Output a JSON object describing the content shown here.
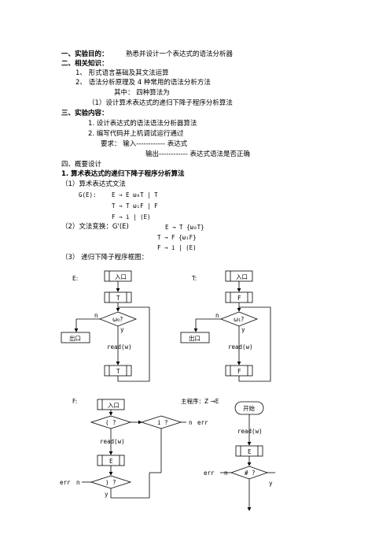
{
  "sec1": {
    "title": "一、实验目的：",
    "text": "熟悉并设计一个表达式的语法分析器"
  },
  "sec2": {
    "title": "二、相关知识：",
    "items": [
      "1、 形式语言基础及其文法运算",
      "2、 语法分析原理及 4 种常用的语法分析方法",
      "其中： 四种算法为",
      "（1）设计算术表达式的递归下降子程序分析算法"
    ]
  },
  "sec3": {
    "title": "三、实验内容：",
    "items": [
      "1. 设计表达式的语法语法分析器算法",
      "2. 编写代码并上机调试运行通过",
      "要求： 输入------------ 表达式",
      "输出------------ 表达式语法是否正确"
    ]
  },
  "sec4": {
    "title": "四、概要设计",
    "sub1": "1. 算术表达式的递归下降子程序分析算法",
    "p1": "（1）算术表达式文法",
    "g_label": "G(E):",
    "g1": "E → E ω₀T | T",
    "g2": "T → T ω₁F | F",
    "g3": "F → i | (E)",
    "p2": "（2）文法变换：G'(E)",
    "t1": "E → T {ω₀T}",
    "t2": "T → F {ω₁F}",
    "t3": "F → i | (E)",
    "p3": "（3） 递归下降子程序框图："
  },
  "flow": {
    "E_label": "E:",
    "T_label": "T:",
    "F_label": "F:",
    "main_label": "主程序：Z →E",
    "entry": "入口",
    "exit": "出口",
    "start": "开始",
    "T_box": "T",
    "F_box": "F",
    "E_box": "E",
    "w0": "ω₀?",
    "w1": "ω₁?",
    "read": "read(w)",
    "y": "y",
    "n": "n",
    "err": "err",
    "lparen": "( ?",
    "ident": "i ?",
    "rparen": ") ?",
    "hash": "# ?"
  }
}
